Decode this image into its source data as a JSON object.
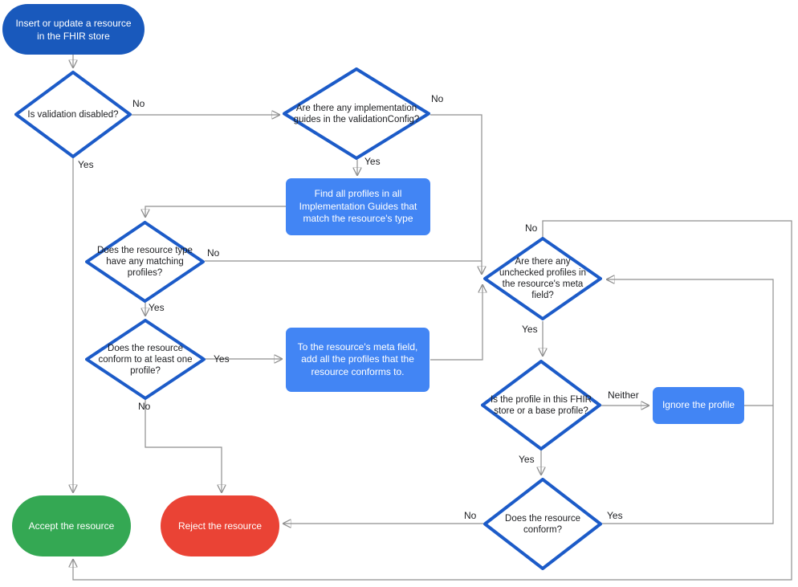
{
  "colors": {
    "start_fill": "#1959BC",
    "process_fill": "#4285F4",
    "decision_stroke": "#1C5BC8",
    "accept_fill": "#34A853",
    "reject_fill": "#EA4335",
    "connector": "#8f8f8f",
    "arrowhead": "#5f6368",
    "text_dark": "#202124",
    "text_light": "#ffffff"
  },
  "nodes": {
    "start": {
      "label": "Insert or update a resource in the FHIR store"
    },
    "validation_disabled": {
      "label": "Is validation disabled?"
    },
    "implementation_guides": {
      "label": "Are there any implementation guides in the validationConfig?"
    },
    "find_profiles": {
      "label": "Find all profiles in all Implementation Guides that match the resource's type"
    },
    "matching_profiles": {
      "label": "Does the resource type have any matching profiles?"
    },
    "conform_one_profile": {
      "label": "Does the resource conform to at least one profile?"
    },
    "add_profiles": {
      "label": "To the resource's meta field, add all the profiles that the resource conforms to."
    },
    "unchecked_profiles": {
      "label": "Are there any unchecked profiles in the resource's meta field?"
    },
    "profile_in_store": {
      "label": "Is the profile in this FHIR store or a base profile?"
    },
    "ignore_profile": {
      "label": "Ignore the profile"
    },
    "resource_conform": {
      "label": "Does the resource conform?"
    },
    "accept": {
      "label": "Accept the resource"
    },
    "reject": {
      "label": "Reject the resource"
    }
  },
  "edge_labels": {
    "validation_disabled_no": "No",
    "validation_disabled_yes": "Yes",
    "implementation_guides_no": "No",
    "implementation_guides_yes": "Yes",
    "matching_profiles_no": "No",
    "matching_profiles_yes": "Yes",
    "conform_one_profile_yes": "Yes",
    "conform_one_profile_no": "No",
    "unchecked_profiles_no": "No",
    "unchecked_profiles_yes": "Yes",
    "profile_in_store_neither": "Neither",
    "profile_in_store_yes": "Yes",
    "resource_conform_no": "No",
    "resource_conform_yes": "Yes"
  }
}
